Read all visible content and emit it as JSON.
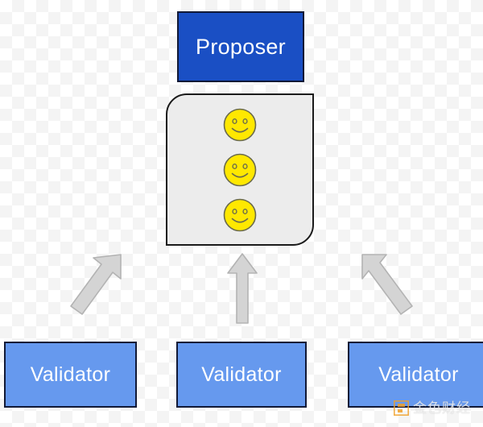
{
  "diagram": {
    "type": "block-diagram",
    "background": "transparent-checkerboard",
    "colors": {
      "proposer_fill": "#1a4fc4",
      "proposer_border": "#111936",
      "validator_fill": "#6699ee",
      "validator_border": "#111936",
      "block_fill": "#ececec",
      "block_border": "#1b1b1b",
      "arrow_fill": "#d4d4d4",
      "arrow_stroke": "#b3b3b3",
      "smiley_fill": "#ffe800",
      "smiley_stroke": "#6b6b4d",
      "label_text": "#ffffff"
    },
    "proposer": {
      "label": "Proposer"
    },
    "block": {
      "name": "proposed-block",
      "transaction_count": 3,
      "transactions": [
        {
          "icon": "smiley-face-icon"
        },
        {
          "icon": "smiley-face-icon"
        },
        {
          "icon": "smiley-face-icon"
        }
      ]
    },
    "validators": [
      {
        "id": "validator-left",
        "label": "Validator",
        "arrow": {
          "icon": "arrow-up-right-icon",
          "direction": "up-right"
        }
      },
      {
        "id": "validator-center",
        "label": "Validator",
        "arrow": {
          "icon": "arrow-up-icon",
          "direction": "up"
        }
      },
      {
        "id": "validator-right",
        "label": "Validator",
        "arrow": {
          "icon": "arrow-up-left-icon",
          "direction": "up-left"
        }
      }
    ]
  },
  "watermark": {
    "text": "金色财经",
    "mark_icon": "jinse-logo-icon",
    "mark_color": "#f0a029"
  }
}
